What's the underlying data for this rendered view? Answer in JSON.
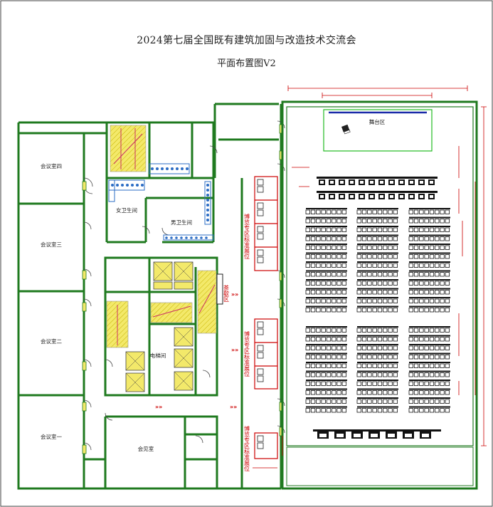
{
  "title": "2024第七届全国既有建筑加固与改造技术交流会",
  "subtitle": "平面布置图V2",
  "rooms": {
    "meeting_4": "会议室四",
    "meeting_3": "会议室三",
    "meeting_2": "会议室二",
    "meeting_1": "会议室一",
    "female_wc": "女卫生间",
    "male_wc": "男卫生间",
    "elevator_hall": "电梯间",
    "reception": "会见室",
    "stage": "舞台区",
    "tea_break": "茶歇区"
  },
  "exhibit_label": "博览专区标准展位",
  "colors": {
    "wall": "#1f7a1f",
    "stair": "#f3e96a",
    "dimension": "#cc0000",
    "fixture": "#2b6cc4",
    "seat": "#111111"
  }
}
